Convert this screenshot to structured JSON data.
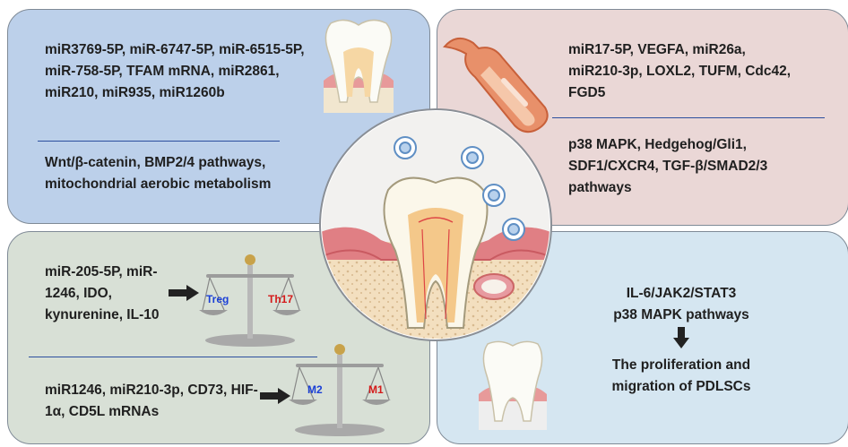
{
  "panels": {
    "top_left": {
      "molecules": "miR3769-5P, miR-6747-5P, miR-6515-5P, miR-758-5P, TFAM mRNA, miR2861, miR210, miR935, miR1260b",
      "pathways": "Wnt/β-catenin, BMP2/4 pathways, mitochondrial aerobic metabolism"
    },
    "top_right": {
      "molecules": "miR17-5P, VEGFA, miR26a, miR210-3p, LOXL2, TUFM, Cdc42, FGD5",
      "pathways": "p38 MAPK, Hedgehog/Gli1, SDF1/CXCR4, TGF-β/SMAD2/3 pathways"
    },
    "bottom_left": {
      "group1": "miR-205-5P, miR-1246, IDO, kynurenine, IL-10",
      "balance1_left": "Treg",
      "balance1_right": "Th17",
      "group2": "miR1246, miR210-3p, CD73, HIF-1α, CD5L mRNAs",
      "balance2_left": "M2",
      "balance2_right": "M1"
    },
    "bottom_right": {
      "pathway1": "IL-6/JAK2/STAT3",
      "pathway2": "p38 MAPK pathways",
      "outcome": "The proliferation and migration of PDLSCs"
    }
  },
  "colors": {
    "panel_top_left": "#bcd0ea",
    "panel_top_right": "#ead7d6",
    "panel_bottom_left": "#d8e0d6",
    "panel_bottom_right": "#d5e6f1",
    "divider": "#2c4f9e",
    "treg_m2_label": "#1a3fd6",
    "th17_m1_label": "#d41a1a"
  },
  "icons": [
    "tooth-icon",
    "blood-vessel-icon",
    "balance-scale-icon",
    "exosome-icon",
    "arrow-right-icon",
    "arrow-down-icon"
  ]
}
